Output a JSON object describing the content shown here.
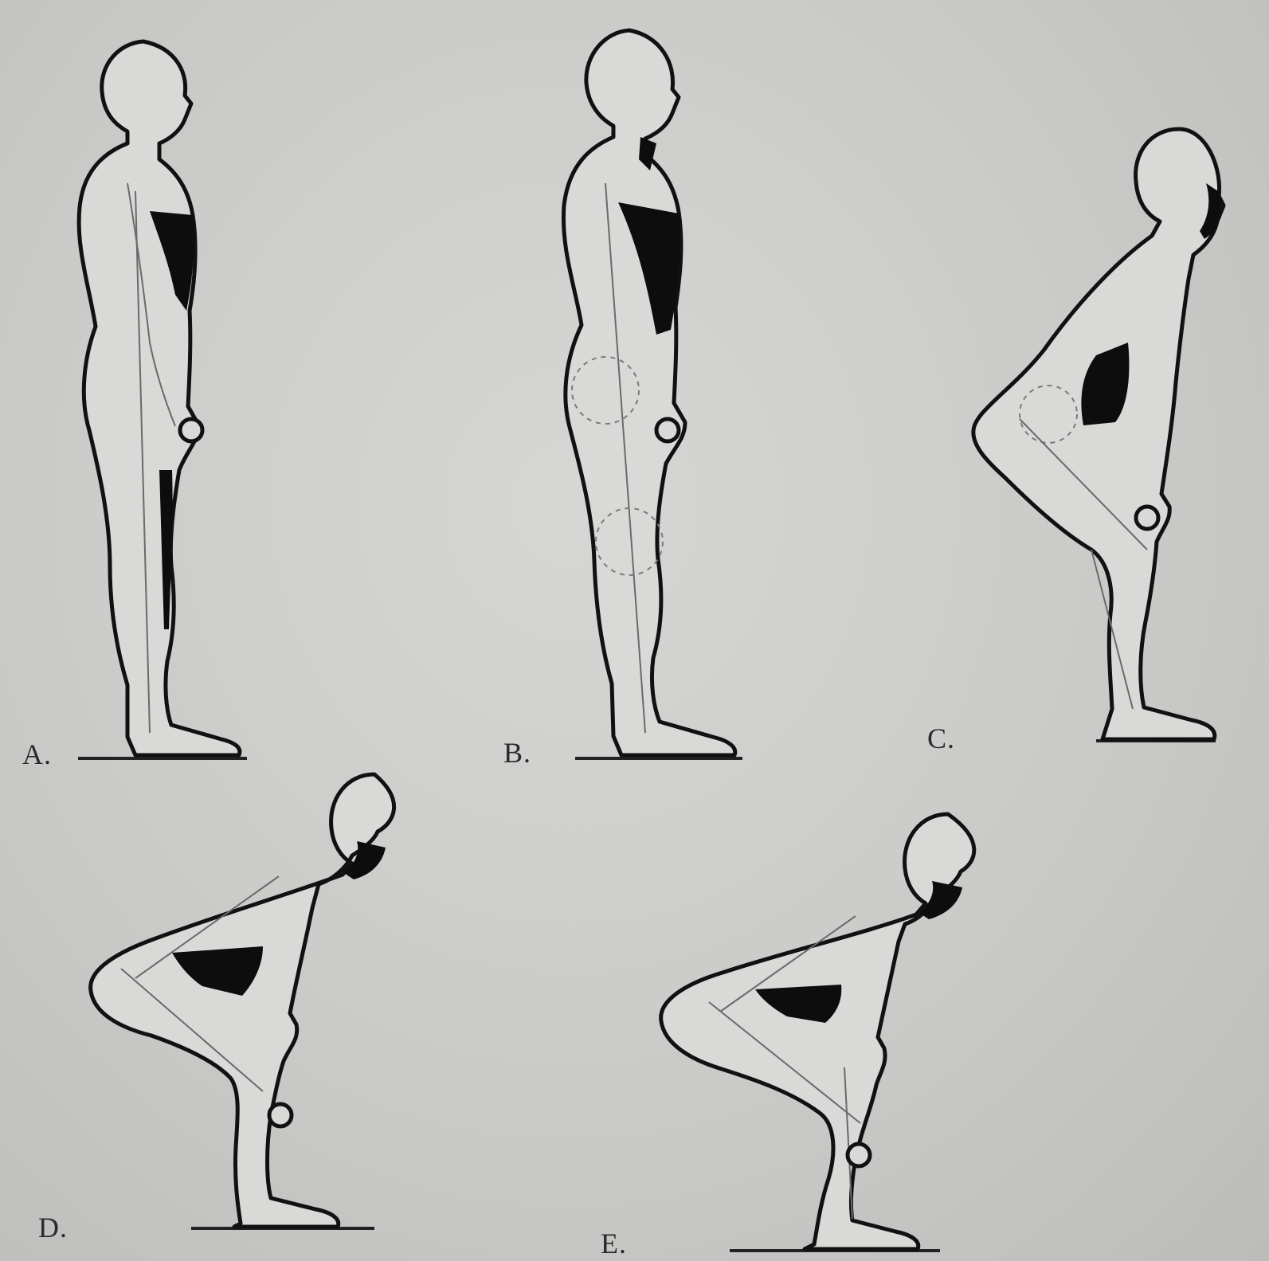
{
  "figures": [
    {
      "id": "A",
      "label": "A."
    },
    {
      "id": "B",
      "label": "B."
    },
    {
      "id": "C",
      "label": "C."
    },
    {
      "id": "D",
      "label": "D."
    },
    {
      "id": "E",
      "label": "E."
    }
  ]
}
